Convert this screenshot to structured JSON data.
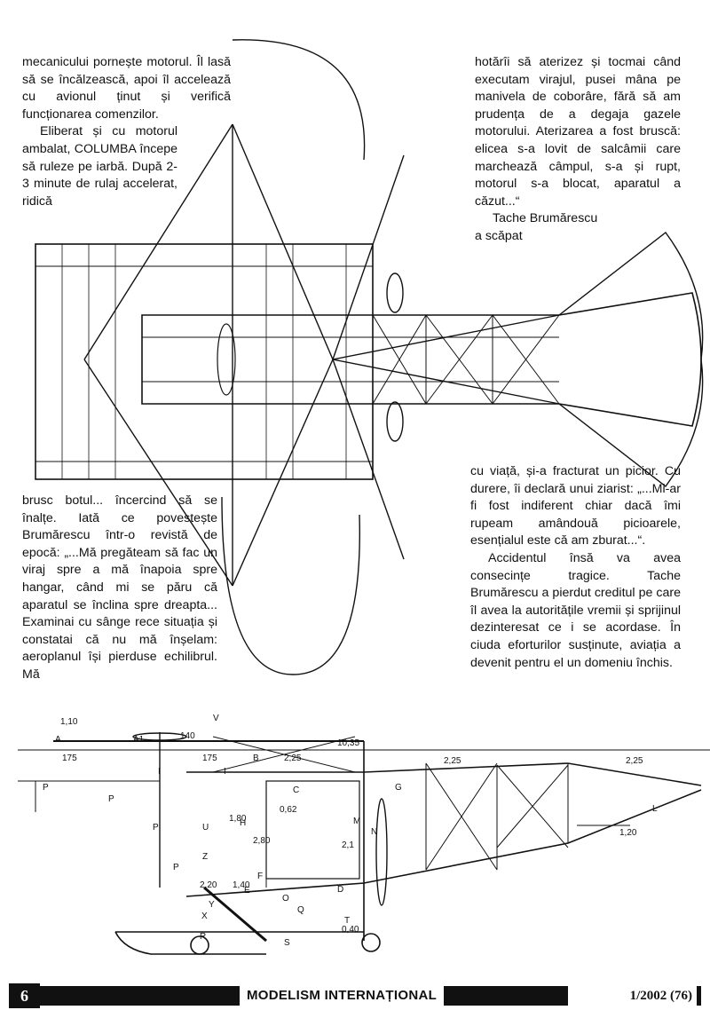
{
  "article": {
    "col1": [
      "mecanicului pornește motorul. Îl lasă să se încălzească, apoi îl accelează cu avionul ținut și verifică funcționarea comenzilor.",
      "Eliberat și cu motorul ambalat, COLUMBA începe să ruleze pe iarbă. După 2-3 minute de rulaj accelerat, ridică"
    ],
    "col2": [
      "hotărîi să aterizez și tocmai când executam virajul, pusei mâna pe manivela de coborâre, fără să am prudența de a degaja gazele motorului. Aterizarea a fost bruscă: elicea s-a lovit de salcâmii care marchează câmpul, s-a și rupt, motorul s-a blocat, aparatul a căzut...“",
      "Tache Brumărescu a scăpat"
    ],
    "col3": [
      "brusc botul... încercind să se înalțe. Iată ce povestește Brumărescu într-o revistă de epocă: „...Mă pregăteam să fac un viraj spre a mă înapoia spre hangar, când mi se păru că aparatul se înclina spre dreapta... Examinai cu sânge rece situația și constatai că nu mă înșelam: aeroplanul își pierduse echilibrul. Mă"
    ],
    "col4": [
      "cu viață, și-a fracturat un picior. Cu durere, îi declară unui ziarist: „...Mi-ar fi fost indiferent chiar dacă îmi rupeam amândouă picioarele, esențialul este că am zburat...“.",
      "Accidentul însă va avea consecințe tragice. Tache Brumărescu a pierdut creditul pe care îl avea la autoritățile vremii și sprijinul dezinteresat ce i se acordase. În ciuda eforturilor susținute, aviația a devenit pentru el un domeniu închis."
    ]
  },
  "drawing_labels": {
    "dims": [
      "175",
      "175",
      "2,25",
      "2,25",
      "2,25",
      "10,35",
      "0,62",
      "1,80",
      "2,80",
      "2,20",
      "1,40",
      "0,40",
      "2,1",
      "1,20",
      "140",
      "1,10"
    ],
    "letters": [
      "A",
      "A1",
      "V",
      "B",
      "C",
      "G",
      "I",
      "I",
      "P",
      "P",
      "P",
      "P",
      "U",
      "H",
      "F",
      "E",
      "D",
      "Q",
      "O",
      "S",
      "M",
      "N",
      "L",
      "X",
      "R",
      "Y",
      "T",
      "Z"
    ]
  },
  "footer": {
    "page_number": "6",
    "magazine": "MODELISM INTERNAȚIONAL",
    "issue": "1/2002 (76)"
  }
}
